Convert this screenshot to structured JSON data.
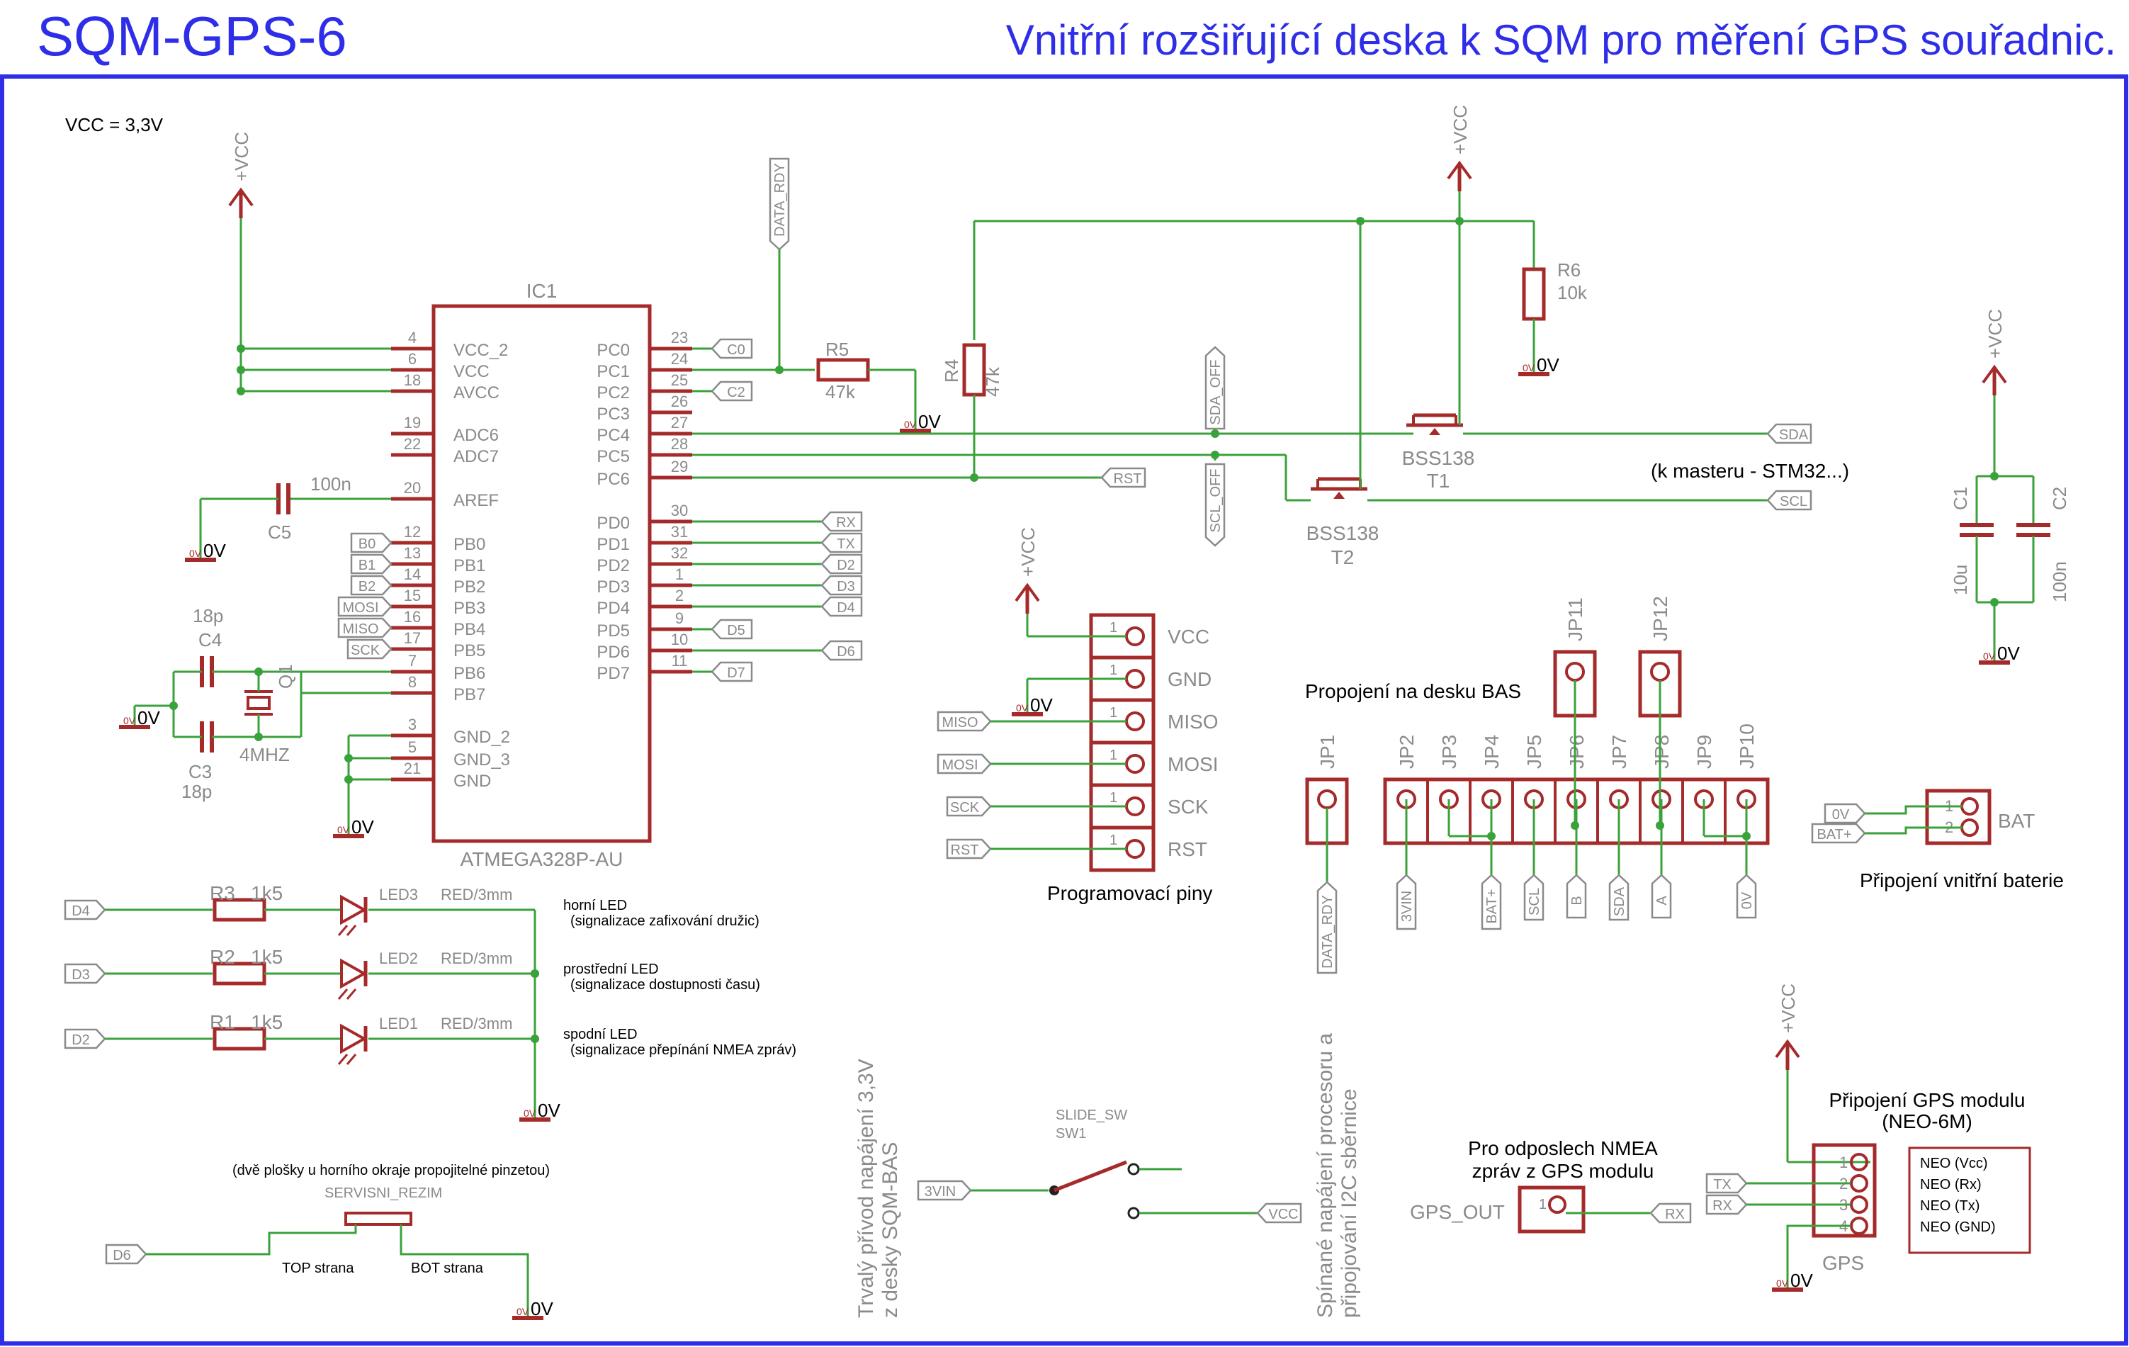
{
  "header": {
    "title": "SQM-GPS-6",
    "subtitle": "Vnitřní rozšiřující deska k SQM pro měření GPS souřadnic."
  },
  "colors": {
    "frame": "#2e2ee8",
    "symbol": "#a52a2a",
    "wire": "#3aa23a",
    "text": "#000000",
    "label": "#8a8a8a"
  },
  "note_vcc": "VCC = 3,3V",
  "power": {
    "vcc": "+VCC",
    "gnd": "0V",
    "gnd_small": "0V"
  },
  "ic1": {
    "name": "IC1",
    "part": "ATMEGA328P-AU",
    "left_pins": [
      {
        "num": "4",
        "name": "VCC_2"
      },
      {
        "num": "6",
        "name": "VCC"
      },
      {
        "num": "18",
        "name": "AVCC"
      },
      {
        "num": "19",
        "name": "ADC6"
      },
      {
        "num": "22",
        "name": "ADC7"
      },
      {
        "num": "20",
        "name": "AREF"
      },
      {
        "num": "12",
        "name": "PB0"
      },
      {
        "num": "13",
        "name": "PB1"
      },
      {
        "num": "14",
        "name": "PB2"
      },
      {
        "num": "15",
        "name": "PB3"
      },
      {
        "num": "16",
        "name": "PB4"
      },
      {
        "num": "17",
        "name": "PB5"
      },
      {
        "num": "7",
        "name": "PB6"
      },
      {
        "num": "8",
        "name": "PB7"
      },
      {
        "num": "3",
        "name": "GND_2"
      },
      {
        "num": "5",
        "name": "GND_3"
      },
      {
        "num": "21",
        "name": "GND"
      }
    ],
    "right_pins": [
      {
        "num": "23",
        "name": "PC0"
      },
      {
        "num": "24",
        "name": "PC1"
      },
      {
        "num": "25",
        "name": "PC2"
      },
      {
        "num": "26",
        "name": "PC3"
      },
      {
        "num": "27",
        "name": "PC4"
      },
      {
        "num": "28",
        "name": "PC5"
      },
      {
        "num": "29",
        "name": "PC6"
      },
      {
        "num": "30",
        "name": "PD0"
      },
      {
        "num": "31",
        "name": "PD1"
      },
      {
        "num": "32",
        "name": "PD2"
      },
      {
        "num": "1",
        "name": "PD3"
      },
      {
        "num": "2",
        "name": "PD4"
      },
      {
        "num": "9",
        "name": "PD5"
      },
      {
        "num": "10",
        "name": "PD6"
      },
      {
        "num": "11",
        "name": "PD7"
      }
    ]
  },
  "nets": {
    "c0": "C0",
    "c2": "C2",
    "rst": "RST",
    "rx": "RX",
    "tx": "TX",
    "d2": "D2",
    "d3": "D3",
    "d4": "D4",
    "d5": "D5",
    "d6": "D6",
    "d7": "D7",
    "b0": "B0",
    "b1": "B1",
    "b2": "B2",
    "mosi": "MOSI",
    "miso": "MISO",
    "sck": "SCK",
    "sda": "SDA",
    "scl": "SCL",
    "data_rdy": "DATA_RDY",
    "sda_off": "SDA_OFF",
    "scl_off": "SCL_OFF",
    "vcc": "VCC",
    "v3vin": "3VIN",
    "batp": "BAT+",
    "zero": "0V",
    "b": "B",
    "a": "A"
  },
  "parts": {
    "c5": {
      "name": "C5",
      "value": "100n"
    },
    "c4": {
      "name": "C4",
      "value": "18p"
    },
    "c3": {
      "name": "C3",
      "value": "18p"
    },
    "q1": {
      "name": "Q1",
      "value": "4MHZ"
    },
    "r5": {
      "name": "R5",
      "value": "47k"
    },
    "r4": {
      "name": "R4",
      "value": "47k"
    },
    "r6": {
      "name": "R6",
      "value": "10k"
    },
    "t1": {
      "name": "T1",
      "value": "BSS138"
    },
    "t2": {
      "name": "T2",
      "value": "BSS138"
    },
    "c1": {
      "name": "C1",
      "value": "10u"
    },
    "c2": {
      "name": "C2",
      "value": "100n"
    }
  },
  "master_note": "(k masteru - STM32...)",
  "prog": {
    "title": "Programovací piny",
    "pins": [
      "VCC",
      "GND",
      "MISO",
      "MOSI",
      "SCK",
      "RST"
    ],
    "pin_num": "1"
  },
  "bas": {
    "title": "Propojení na desku BAS",
    "headers": [
      "JP1",
      "JP2",
      "JP3",
      "JP4",
      "JP5",
      "JP6",
      "JP7",
      "JP8",
      "JP9",
      "JP10"
    ],
    "top_headers": [
      "JP11",
      "JP12"
    ],
    "labels": [
      "DATA_RDY",
      "3VIN",
      "BAT+",
      "SCL",
      "B",
      "SDA",
      "A",
      "0V"
    ]
  },
  "battery": {
    "label": "BAT",
    "note": "Připojení vnitřní baterie",
    "pins": [
      "1",
      "2"
    ],
    "nets": [
      "0V",
      "BAT+"
    ]
  },
  "leds": [
    {
      "r": "R3",
      "rv": "1k5",
      "led": "LED3",
      "type": "RED/3mm",
      "net": "D4",
      "title": "horní LED",
      "desc": "(signalizace zafixování družic)"
    },
    {
      "r": "R2",
      "rv": "1k5",
      "led": "LED2",
      "type": "RED/3mm",
      "net": "D3",
      "title": "prostřední LED",
      "desc": "(signalizace dostupnosti času)"
    },
    {
      "r": "R1",
      "rv": "1k5",
      "led": "LED1",
      "type": "RED/3mm",
      "net": "D2",
      "title": "spodní LED",
      "desc": "(signalizace přepínání NMEA zpráv)"
    }
  ],
  "service": {
    "note": "(dvě plošky u horního okraje propojitelné pinzetou)",
    "name": "SERVISNI_REZIM",
    "top": "TOP strana",
    "bot": "BOT strana",
    "net": "D6"
  },
  "supply_note": [
    "Trvalý přívod napájení 3,3V",
    "z desky SQM-BAS"
  ],
  "switch": {
    "name": "SLIDE_SW",
    "ref": "SW1",
    "in": "3VIN",
    "out": "VCC"
  },
  "switched_note": [
    "Spínané napájení procesoru a",
    "připojování I2C sběrnice"
  ],
  "nmea": {
    "title": [
      "Pro odposlech NMEA",
      "zpráv z GPS modulu"
    ],
    "header": "GPS_OUT",
    "net": "RX"
  },
  "gps": {
    "title": [
      "Připojení GPS modulu",
      "(NEO-6M)"
    ],
    "ref": "GPS",
    "pins": [
      "1",
      "2",
      "3",
      "4"
    ],
    "nets": [
      "TX",
      "RX"
    ],
    "desc": [
      "NEO (Vcc)",
      "NEO (Rx)",
      "NEO (Tx)",
      "NEO (GND)"
    ]
  }
}
